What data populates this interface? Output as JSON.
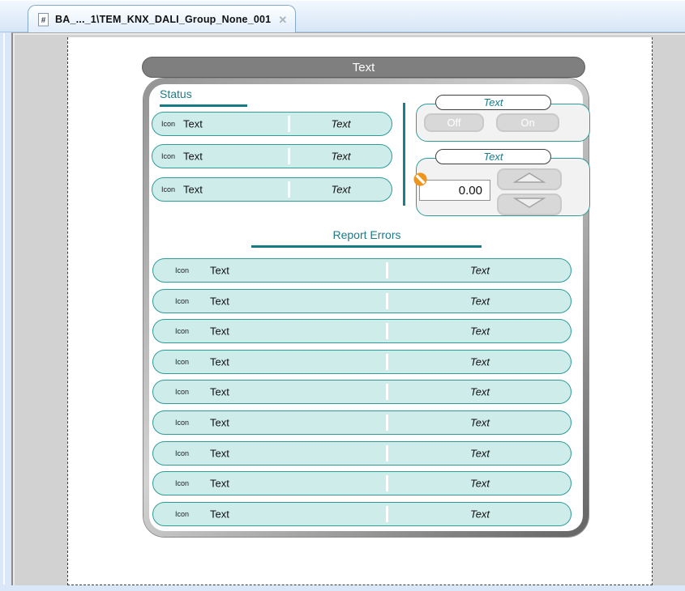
{
  "tab": {
    "icon": "document-hash-icon",
    "title": "BA_..._1\\TEM_KNX_DALI_Group_None_001",
    "close": "✕"
  },
  "canvas": {
    "header": {
      "title": "Text"
    },
    "status": {
      "heading": "Status",
      "rows": [
        {
          "icon": "Icon",
          "label": "Text",
          "value": "Text"
        },
        {
          "icon": "Icon",
          "label": "Text",
          "value": "Text"
        },
        {
          "icon": "Icon",
          "label": "Text",
          "value": "Text"
        }
      ]
    },
    "switch_group": {
      "title": "Text",
      "off": "Off",
      "on": "On"
    },
    "setpoint_group": {
      "title": "Text",
      "value": "0.00"
    },
    "report": {
      "heading": "Report Errors",
      "rows": [
        {
          "icon": "Icon",
          "label": "Text",
          "value": "Text"
        },
        {
          "icon": "Icon",
          "label": "Text",
          "value": "Text"
        },
        {
          "icon": "Icon",
          "label": "Text",
          "value": "Text"
        },
        {
          "icon": "Icon",
          "label": "Text",
          "value": "Text"
        },
        {
          "icon": "Icon",
          "label": "Text",
          "value": "Text"
        },
        {
          "icon": "Icon",
          "label": "Text",
          "value": "Text"
        },
        {
          "icon": "Icon",
          "label": "Text",
          "value": "Text"
        },
        {
          "icon": "Icon",
          "label": "Text",
          "value": "Text"
        },
        {
          "icon": "Icon",
          "label": "Text",
          "value": "Text"
        }
      ]
    }
  },
  "colors": {
    "teal_text": "#1b7b88",
    "teal_line": "#157c86",
    "row_bg": "#cdecea",
    "row_border": "#2f9c9a",
    "header_gray": "#7f7f7f",
    "blocked_orange": "#f0941e"
  }
}
